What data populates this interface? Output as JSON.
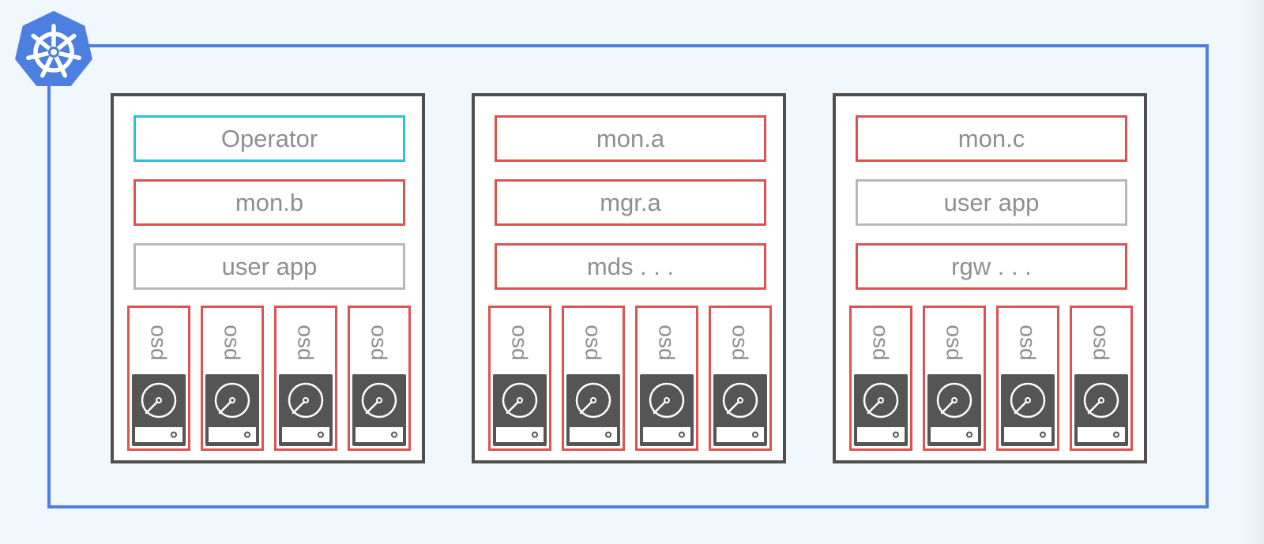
{
  "colors": {
    "cluster": "#4c7fe0",
    "node": "#4f4f4f",
    "ceph_pod": "#e0524f",
    "operator_pod": "#2bbfe0",
    "user_pod": "#b8b8b8",
    "text": "#8f8f8f"
  },
  "logo": {
    "icon": "kubernetes-icon"
  },
  "nodes": [
    {
      "pods": [
        {
          "label": "Operator",
          "kind": "operator"
        },
        {
          "label": "mon.b",
          "kind": "ceph"
        },
        {
          "label": "user app",
          "kind": "user"
        }
      ],
      "osds": [
        "osd",
        "osd",
        "osd",
        "osd"
      ]
    },
    {
      "pods": [
        {
          "label": "mon.a",
          "kind": "ceph"
        },
        {
          "label": "mgr.a",
          "kind": "ceph"
        },
        {
          "label": "mds . . .",
          "kind": "ceph"
        }
      ],
      "osds": [
        "osd",
        "osd",
        "osd",
        "osd"
      ]
    },
    {
      "pods": [
        {
          "label": "mon.c",
          "kind": "ceph"
        },
        {
          "label": "user app",
          "kind": "user"
        },
        {
          "label": "rgw . . .",
          "kind": "ceph"
        }
      ],
      "osds": [
        "osd",
        "osd",
        "osd",
        "osd"
      ]
    }
  ]
}
